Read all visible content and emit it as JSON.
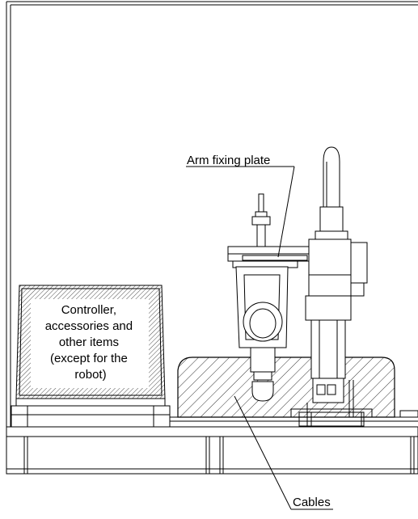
{
  "labels": {
    "arm_fixing_plate": "Arm fixing plate",
    "cables": "Cables",
    "controller_box": [
      "Controller,",
      "accessories and",
      "other items",
      "(except for the",
      "robot)"
    ]
  },
  "colors": {
    "line": "#000000",
    "background": "#ffffff",
    "label_bg": "#ffffff"
  }
}
